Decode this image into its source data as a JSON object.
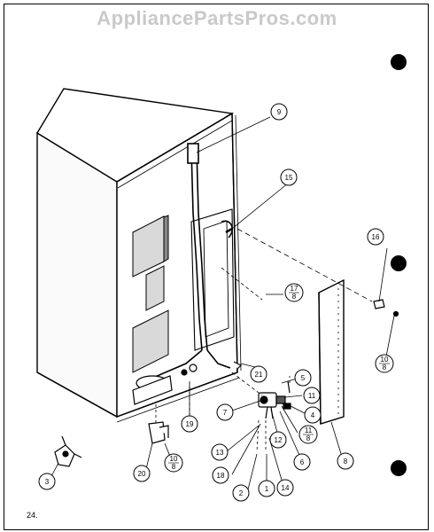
{
  "watermark": "AppliancePartsPros.com",
  "page_number": "24.",
  "callouts": {
    "c1": "1",
    "c2": "2",
    "c3": "3",
    "c4": "4",
    "c5": "5",
    "c6": "6",
    "c7": "7",
    "c8": "8",
    "c9": "9",
    "c11": "11",
    "c12": "12",
    "c13": "13",
    "c14": "14",
    "c15": "15",
    "c16": "16",
    "c18": "18",
    "c19": "19",
    "c20": "20",
    "c21": "21",
    "f10a_num": "10",
    "f10a_den": "8",
    "f10b_num": "10",
    "f10b_den": "8",
    "f11_num": "11",
    "f11_den": "8",
    "f17_num": "17",
    "f17_den": "8"
  }
}
